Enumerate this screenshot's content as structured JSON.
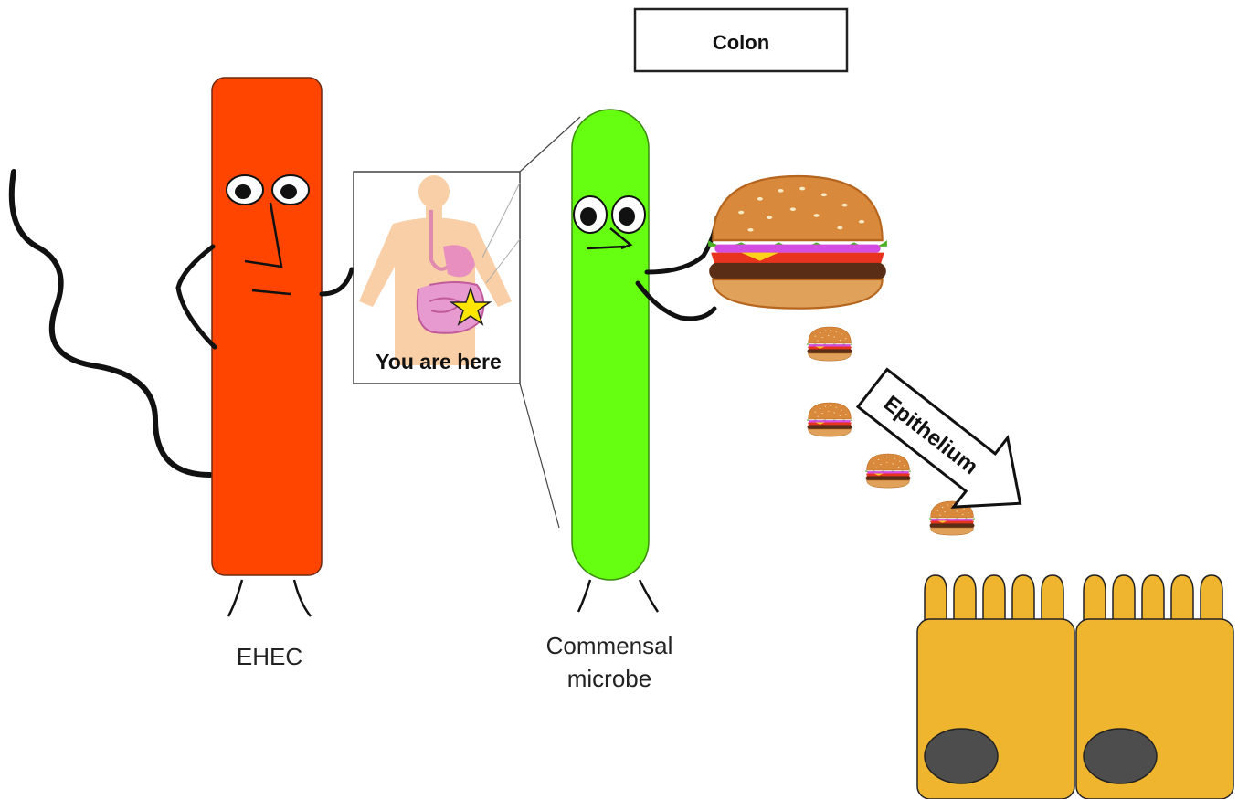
{
  "colon_box": {
    "label": "Colon"
  },
  "inset": {
    "label": "You are here"
  },
  "ehec": {
    "label": "EHEC",
    "color": "#ff4500"
  },
  "commensal": {
    "label_line1": "Commensal",
    "label_line2": "microbe",
    "color": "#66ff11"
  },
  "arrow": {
    "label": "Epithelium"
  },
  "epithelium": {
    "cell_color": "#f0b52e",
    "nucleus_color": "#4d4d4d",
    "cell_count": 2,
    "microvilli_per_cell": 5
  },
  "burgers": {
    "large_count": 1,
    "small_count": 4
  }
}
